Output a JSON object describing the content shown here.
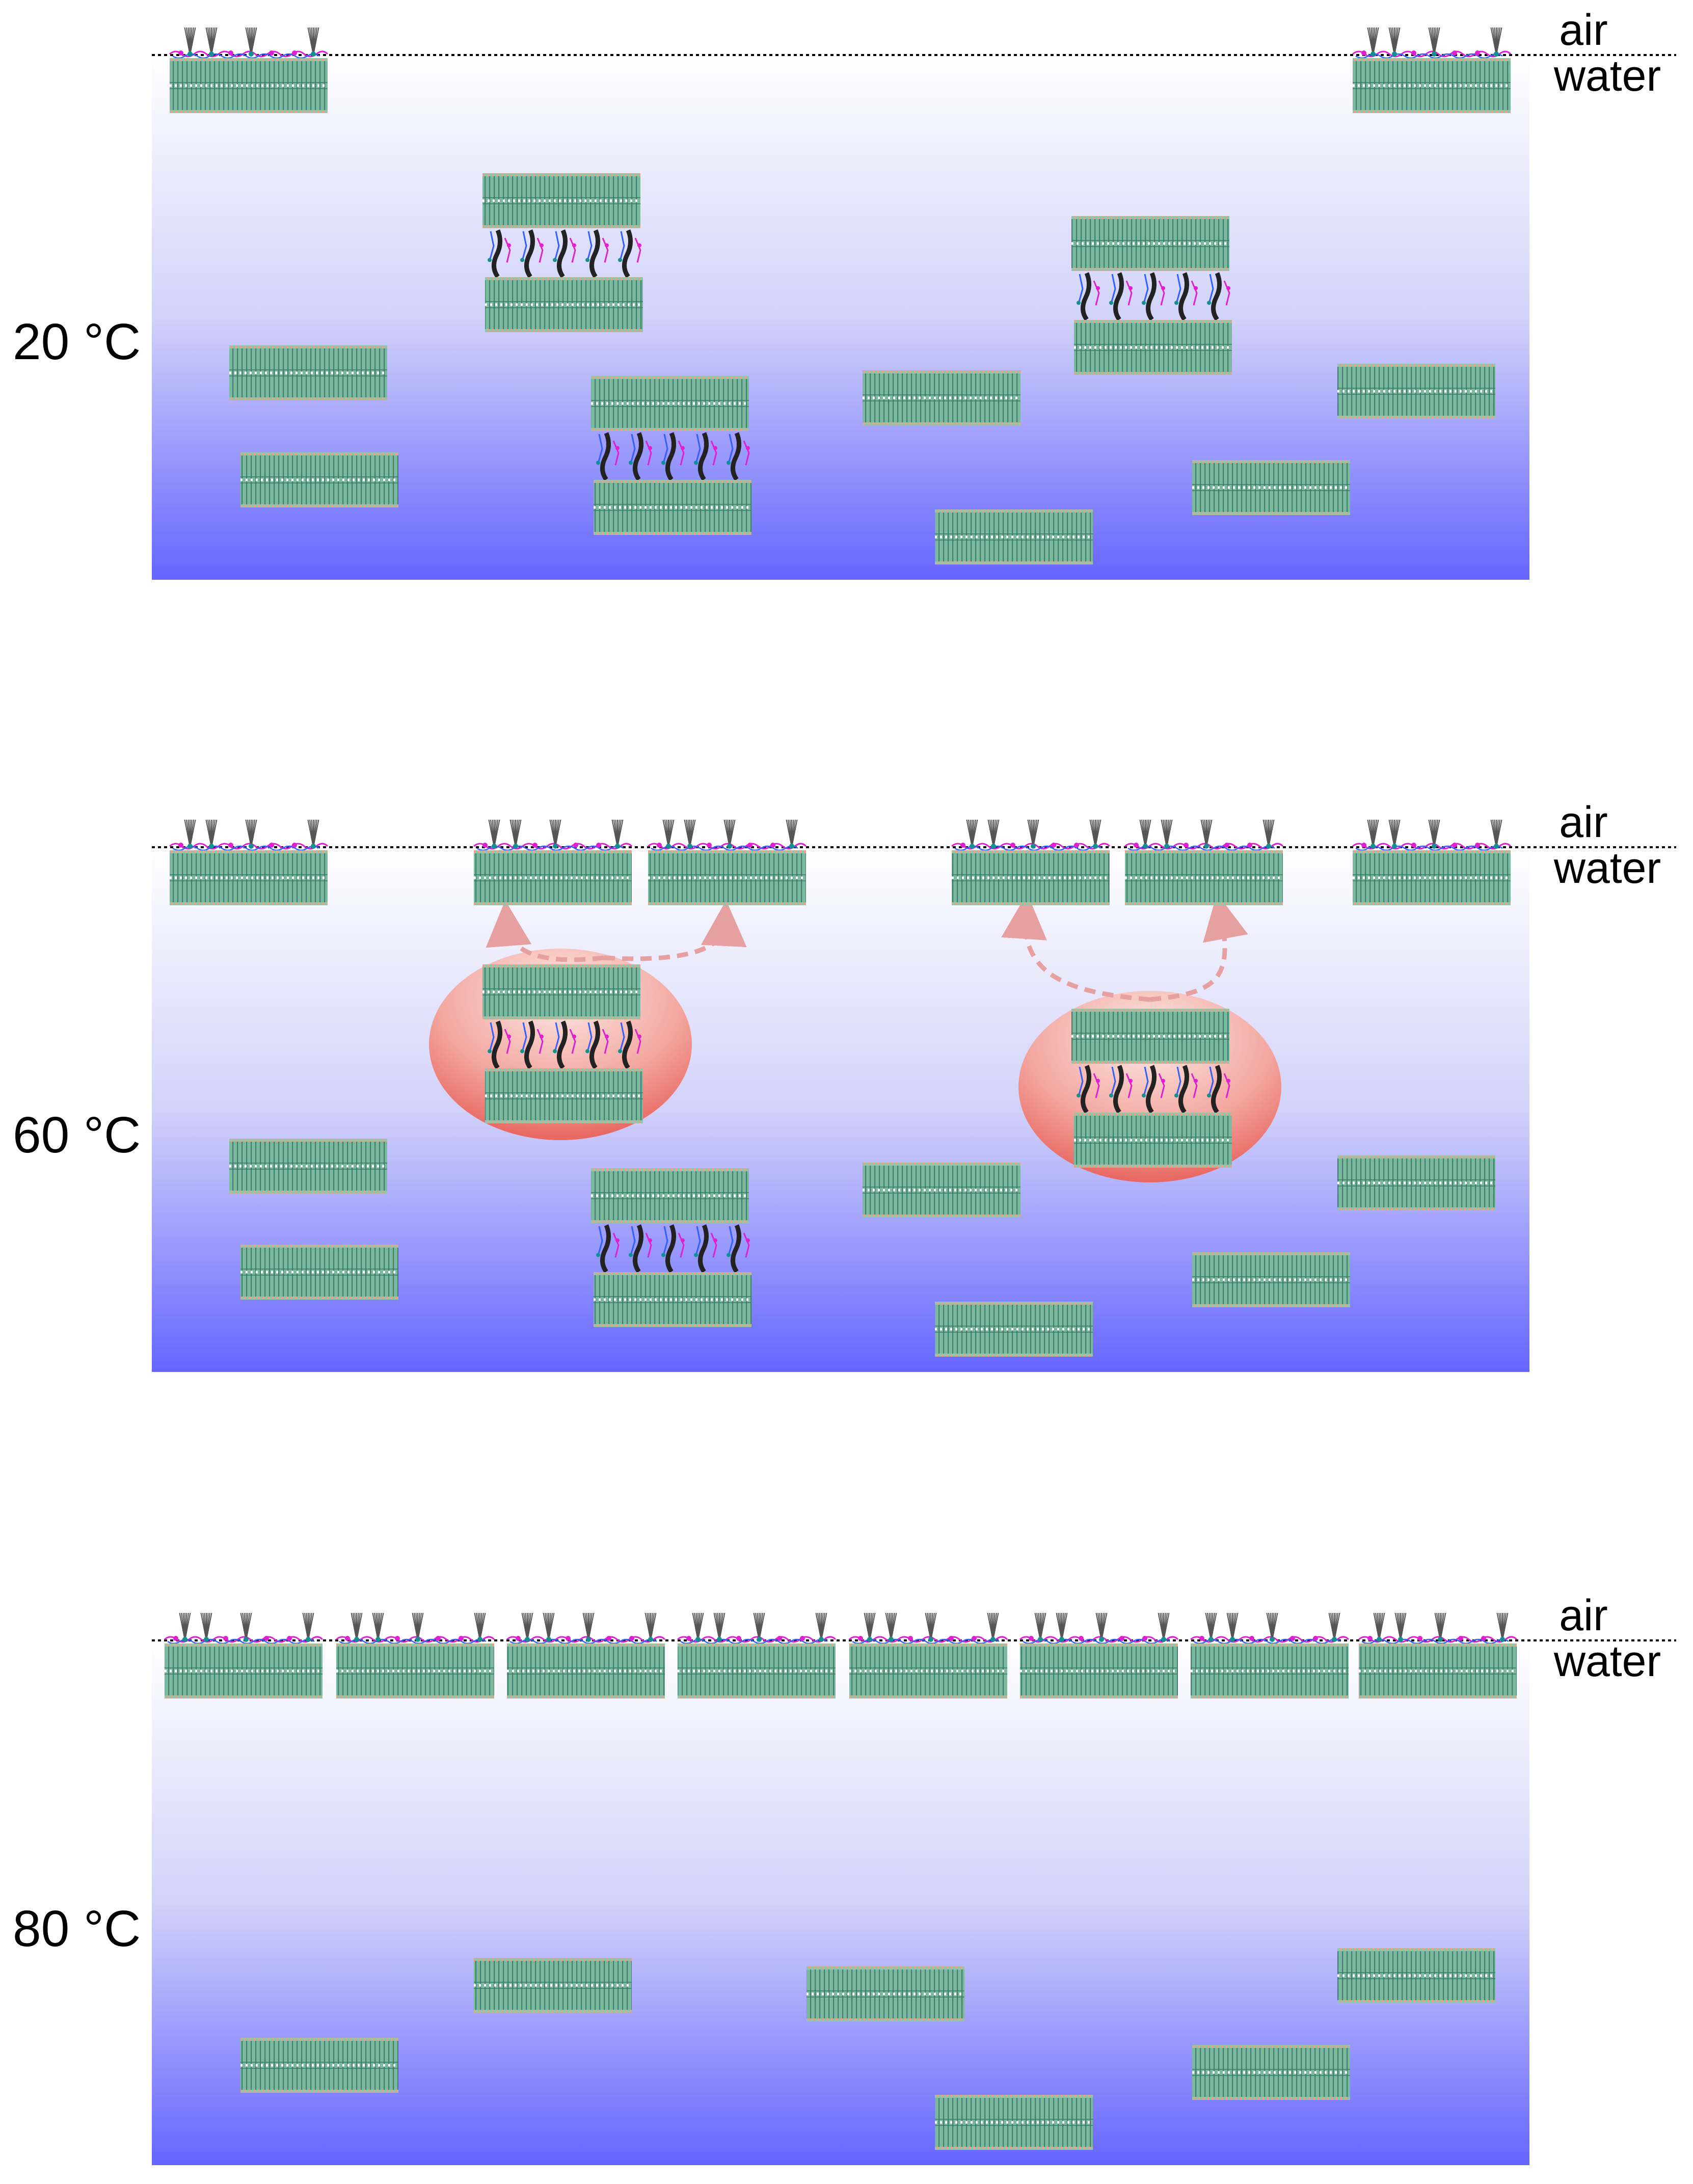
{
  "colors": {
    "water_top": "#ffffff",
    "water_mid": "#d2d2fa",
    "water_bottom": "#6565ff",
    "bilayer_fill": "#76b49c",
    "bilayer_dark": "#4e9682",
    "bilayer_line": "#3a7a68",
    "headgroup": "#f0a07a",
    "midline_dot": "#ffffff",
    "peptide_dark": "#222222",
    "peptide_magenta": "#e020d0",
    "peptide_blue": "#3060ff",
    "peptide_teal": "#109090",
    "heating_center": "#fde3de",
    "heating_edge": "#e85a55",
    "arrow": "#e6a0a0",
    "interface_line": "#000000"
  },
  "icons": {
    "bilayer_stack": "lipid-bilayer-icon",
    "peptide_layer": "peptide-crosslink-icon",
    "surface_peptide": "surface-peptide-icon",
    "heating_zone": "heating-ellipse-icon",
    "migration_arrow": "dashed-curved-arrow-icon"
  },
  "panels": [
    {
      "id": "panel-20c",
      "temperature": "20 °C",
      "air_label": "air",
      "water_label": "water"
    },
    {
      "id": "panel-60c",
      "temperature": "60 °C",
      "air_label": "air",
      "water_label": "water"
    },
    {
      "id": "panel-80c",
      "temperature": "80 °C",
      "air_label": "air",
      "water_label": "water"
    }
  ]
}
